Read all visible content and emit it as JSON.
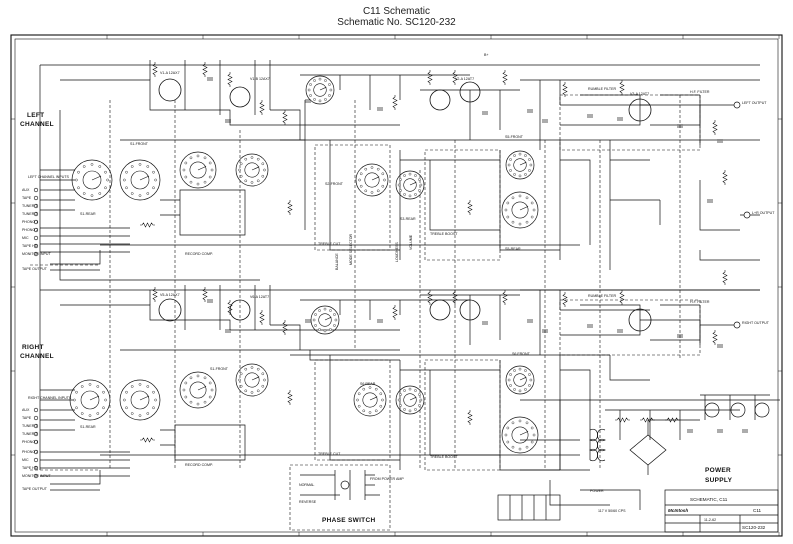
{
  "header": {
    "title": "C11 Schematic",
    "subtitle": "Schematic No. SC120-232"
  },
  "sections": {
    "left_channel": [
      "LEFT",
      "CHANNEL"
    ],
    "right_channel": [
      "RIGHT",
      "CHANNEL"
    ],
    "power_supply": [
      "POWER",
      "SUPPLY"
    ],
    "phase_switch": "PHASE SWITCH"
  },
  "inputs": {
    "left_caption": "LEFT CHANNEL INPUTS",
    "right_caption": "RIGHT CHANNEL INPUTS",
    "jacks": [
      "AUX",
      "TAPE",
      "TUNER 1",
      "TUNER 2",
      "PHONO 1"
    ],
    "lower_jacks": [
      "PHONO 2",
      "MIC",
      "TAPE HD",
      "MONITOR INPUT"
    ],
    "tape_output": "TAPE OUTPUT"
  },
  "switch_labels": {
    "s1_rear": "S1-REAR",
    "s1_front": "S1-FRONT",
    "s1_rear_b": "S1-REAR",
    "s2_front": "S2-FRONT",
    "s3_rear": "S3-REAR",
    "s5_front": "S5-FRONT",
    "s5_rear": "S5-REAR",
    "s6_front": "S6 FRONT",
    "s6_rear": "S6 REAR",
    "treble_cut": "TREBLE CUT",
    "treble_boost": "TREBLE BOOST",
    "rumble_filter": "RUMBLE FILTER",
    "hf_filter": "H.F. FILTER",
    "record_comp": "RECORD COMP.",
    "mode_selector": "MODE SELECTOR",
    "loudness": "LOUDNESS",
    "volume": "VOLUME",
    "balance": "BALANCE"
  },
  "tubes": [
    "V1-A 12AX7",
    "V1-B 12AX7",
    "V2-A 12AT7",
    "V3-A 12AT7",
    "V5-A 12AX7",
    "V6-A 12AT7"
  ],
  "outputs": {
    "left": "LEFT OUTPUT",
    "right": "RIGHT OUTPUT",
    "lr_output": "L+R OUTPUT"
  },
  "phase": {
    "normal": "NORMAL",
    "reverse": "REVERSE",
    "from_amp": "FROM POWER AMP"
  },
  "power": {
    "plug": "117 V 50/60 CPS",
    "power_sw": "POWER",
    "b_plus": "B+"
  },
  "title_block": {
    "label": "SCHEMATIC, C11",
    "maker": "McIntosh",
    "model": "C11",
    "number": "SC120-232",
    "date": "11-2-62"
  }
}
